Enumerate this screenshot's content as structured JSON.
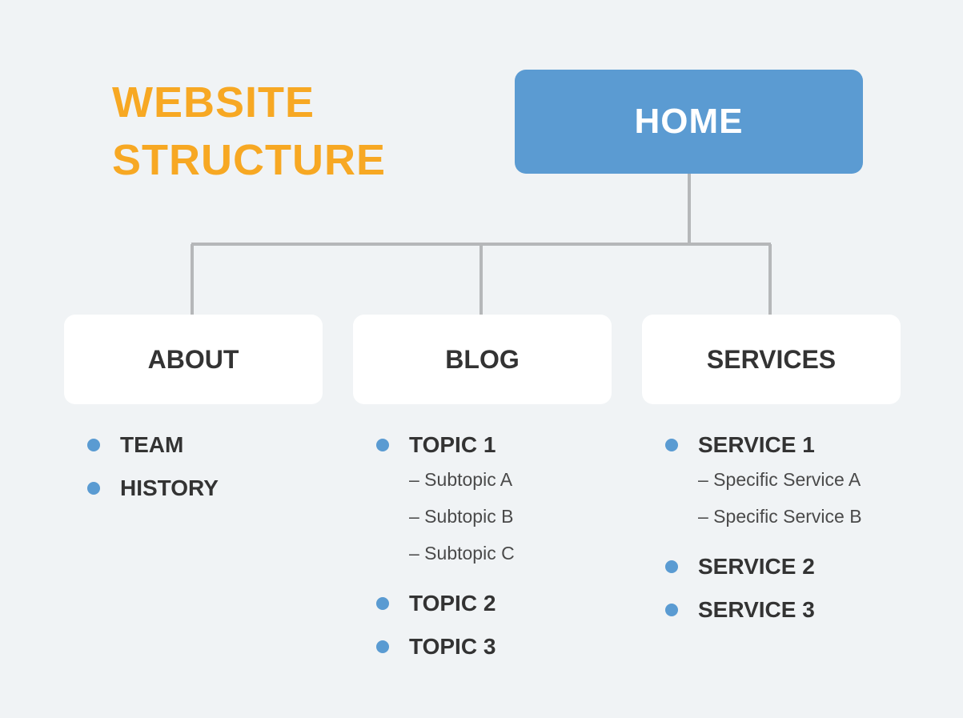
{
  "title": {
    "line1": "WEBSITE",
    "line2": "STRUCTURE",
    "color": "#f7a823"
  },
  "home": {
    "label": "HOME",
    "color": "#5b9bd2"
  },
  "connector_color": "#b5b7b9",
  "columns": [
    {
      "label": "ABOUT",
      "items": [
        {
          "label": "TEAM",
          "subitems": []
        },
        {
          "label": "HISTORY",
          "subitems": []
        }
      ]
    },
    {
      "label": "BLOG",
      "items": [
        {
          "label": "TOPIC 1",
          "subitems": [
            "– Subtopic A",
            "– Subtopic B",
            "– Subtopic C"
          ]
        },
        {
          "label": "TOPIC 2",
          "subitems": []
        },
        {
          "label": "TOPIC 3",
          "subitems": []
        }
      ]
    },
    {
      "label": "SERVICES",
      "items": [
        {
          "label": "SERVICE 1",
          "subitems": [
            "– Specific Service A",
            "– Specific Service B"
          ]
        },
        {
          "label": "SERVICE 2",
          "subitems": []
        },
        {
          "label": "SERVICE 3",
          "subitems": []
        }
      ]
    }
  ]
}
